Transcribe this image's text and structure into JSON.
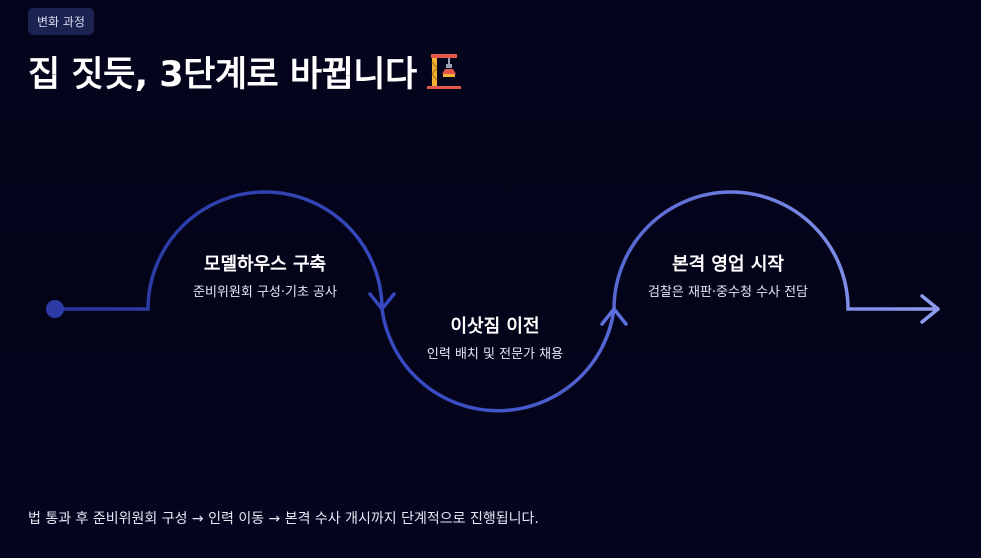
{
  "badge": "변화 과정",
  "title": "집 짓듯, 3단계로 바뀝니다",
  "title_icon": "building-construction-icon",
  "steps": [
    {
      "title": "모델하우스 구축",
      "desc": "준비위원회 구성·기초 공사"
    },
    {
      "title": "이삿짐 이전",
      "desc": "인력 배치 및 전문가 채용"
    },
    {
      "title": "본격 영업 시작",
      "desc": "검찰은 재판·중수청 수사 전담"
    }
  ],
  "footer": "법 통과 후 준비위원회 구성 → 인력 이동 → 본격 수사 개시까지 단계적으로 진행됩니다.",
  "colors": {
    "background": "#03031a",
    "badge_bg": "#1c2350",
    "path_start": "#2b3a9e",
    "path_mid": "#4a5bd0",
    "path_end": "#8a98ee"
  }
}
